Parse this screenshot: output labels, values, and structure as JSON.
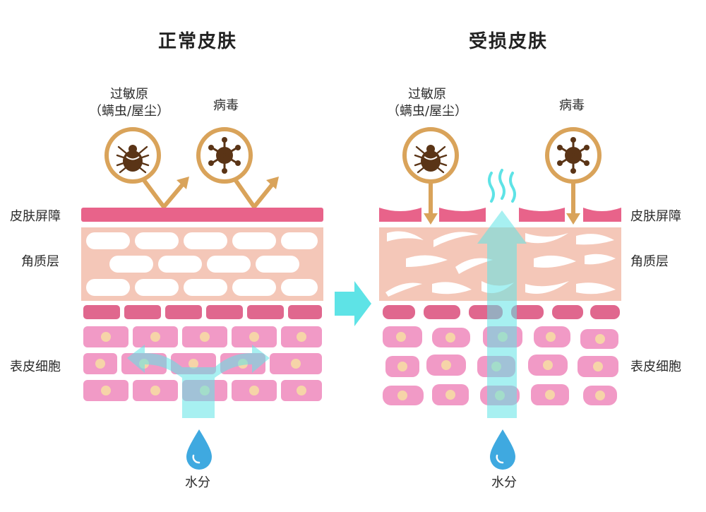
{
  "left": {
    "title": "正常皮肤",
    "allergen_line1": "过敏原",
    "allergen_line2": "（螨虫/屋尘）",
    "virus": "病毒",
    "water": "水分"
  },
  "right": {
    "title": "受损皮肤",
    "allergen_line1": "过敏原",
    "allergen_line2": "（螨虫/屋尘）",
    "virus": "病毒",
    "water": "水分"
  },
  "layers": {
    "barrier": "皮肤屏障",
    "stratum_corneum": "角质层",
    "epidermal_cells": "表皮细胞"
  },
  "colors": {
    "barrier": "#e8638a",
    "corneum_bg": "#f4c7b8",
    "cell_pink": "#f19ac6",
    "cell_dark": "#e0678e",
    "nucleus": "#f6d4a8",
    "icon_ring": "#d9a35a",
    "icon_fill": "#5a3416",
    "water_arrow": "#5ee3e6",
    "water_drop": "#3fa9e0"
  }
}
